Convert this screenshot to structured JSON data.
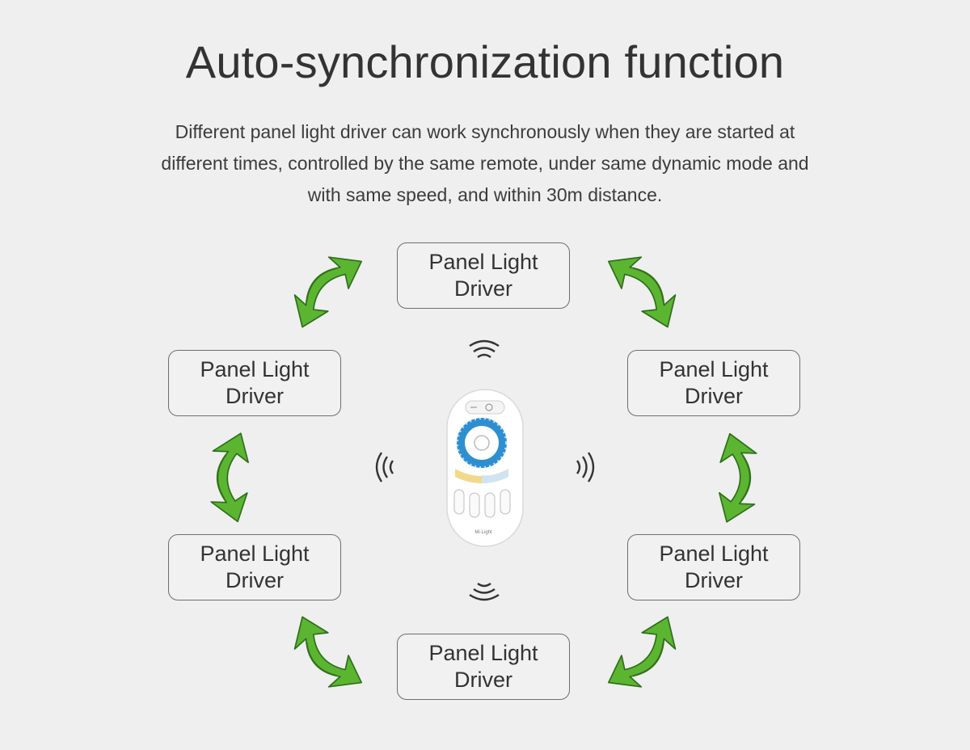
{
  "title": "Auto-synchronization function",
  "description": "Different panel light driver can work synchronously when they are started at different times, controlled by the same remote, under same dynamic mode and with same speed, and within 30m distance.",
  "nodes": [
    {
      "id": "top",
      "label": "Panel Light Driver"
    },
    {
      "id": "upper-left",
      "label": "Panel Light Driver"
    },
    {
      "id": "upper-right",
      "label": "Panel Light Driver"
    },
    {
      "id": "lower-left",
      "label": "Panel Light Driver"
    },
    {
      "id": "lower-right",
      "label": "Panel Light Driver"
    },
    {
      "id": "bottom",
      "label": "Panel Light Driver"
    }
  ],
  "remote": {
    "brand_text": "Mi·Light"
  },
  "colors": {
    "background": "#efefef",
    "arrow_green": "#5bb531",
    "arrow_outline": "#2f6e1a",
    "remote_ring": "#2e8fd0",
    "box_border": "#6e6e6e"
  },
  "icons": [
    "sync-arrow-icon",
    "wireless-signal-icon",
    "remote-control-icon"
  ]
}
